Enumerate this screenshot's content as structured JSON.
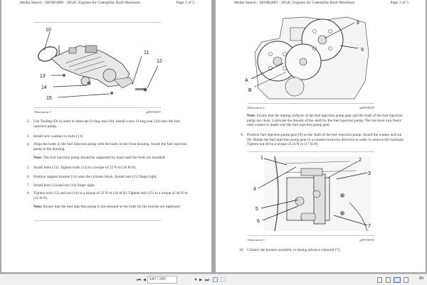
{
  "document": {
    "header_title": "Media Search - SENR5069 - 3054C Engines for Caterpillar Built Machines"
  },
  "left_page": {
    "page_label": "Page 2 of 5",
    "illustration": {
      "caption": "Illustration 1",
      "code": "g00956387",
      "callouts": [
        "10",
        "11",
        "12",
        "13",
        "14",
        "15"
      ]
    },
    "steps": [
      {
        "num": "2.",
        "text": "Use Tooling (D) in order to lubricate O-ring seal (10). Install a new O-ring seal (10) onto the fuel injection pump."
      },
      {
        "num": "3.",
        "text": "Install new washers to bolts (13)."
      },
      {
        "num": "4.",
        "text": "Align the holes in the fuel injection pump with the holes in the front housing. Install the fuel injection pump to the housing."
      },
      {
        "note_label": "Note:",
        "text": "The fuel injection pump should be supported by hand until the bolts are installed."
      },
      {
        "num": "5.",
        "text": "Install bolts (13). Tighten bolts (13) to a torque of 22 N·m (16 lb ft)."
      },
      {
        "num": "6.",
        "text": "Position support bracket (11) onto the cylinder block. Install bolt (15) finger tight."
      },
      {
        "num": "7.",
        "text": "Install bolt (12) and nut (14) finger tight."
      },
      {
        "num": "8.",
        "text": "Tighten bolt (12) and nut (14) to a torque of 22 N·m (16 lb ft). Tighten bolt (15) to a torque of 44 N·m (32 lb ft)."
      },
      {
        "note_label": "Note:",
        "text": "Ensure that the fuel injection pump is not stressed as the bolts for the bracket are tightened."
      }
    ]
  },
  "right_page": {
    "page_label": "Page 3 of 5",
    "illustration2": {
      "caption": "Illustration 2",
      "code": "g00958200",
      "callouts": [
        "8",
        "9",
        "A",
        "B"
      ]
    },
    "note1": {
      "note_label": "Note:",
      "text": "Ensure that the mating surfaces of the fuel injection pump gear and the shaft of the fuel injection pump are clean. Lubricate the threads of the shaft for the fuel injection pump. The nut must turn freely until contact is made with the fuel injection pump gear."
    },
    "step9": {
      "num": "9.",
      "text": "Position fuel injection pump gear (9) on the shaft of the fuel injection pump. Install the washer and nut (8). Rotate the fuel injection pump gear in a counterclockwise direction in order to remove the backlash. Tighten nut (8) to a torque of 24 N·m (17 lb ft)."
    },
    "illustration3": {
      "caption": "Illustration 3",
      "code": "g00956304",
      "callouts": [
        "1",
        "2",
        "3",
        "4",
        "5",
        "6",
        "7"
      ]
    },
    "step10": {
      "num": "10.",
      "text": "Connect the harness assembly to timing advance solenoid (7)."
    }
  },
  "toolbar": {
    "first_page_icon": "⏮",
    "prev_page_icon": "◀",
    "page_field_value": "147 / 247",
    "dropdown_icon": "▾",
    "next_page_icon": "▶",
    "last_page_icon": "⏭",
    "zoom_value": "89"
  }
}
